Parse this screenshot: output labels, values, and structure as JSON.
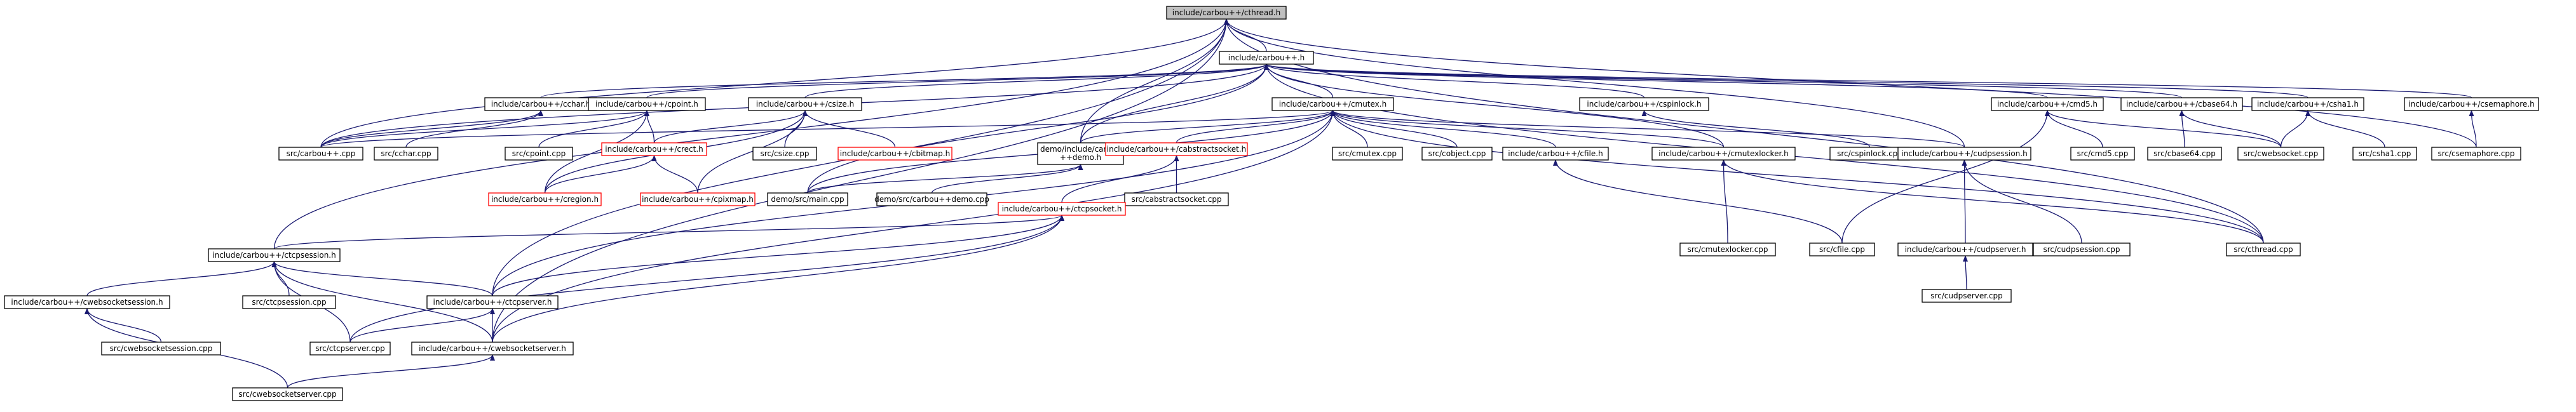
{
  "graph": {
    "nodes": [
      {
        "id": "cthread_h",
        "label": "include/carbou++/cthread.h",
        "root": true
      },
      {
        "id": "carbou_h",
        "label": "include/carbou++.h"
      },
      {
        "id": "cchar_h",
        "label": "include/carbou++/cchar.h"
      },
      {
        "id": "cpoint_h",
        "label": "include/carbou++/cpoint.h"
      },
      {
        "id": "csize_h",
        "label": "include/carbou++/csize.h"
      },
      {
        "id": "cmutex_h",
        "label": "include/carbou++/cmutex.h"
      },
      {
        "id": "cspinlock_h",
        "label": "include/carbou++/cspinlock.h"
      },
      {
        "id": "cmd5_h",
        "label": "include/carbou++/cmd5.h"
      },
      {
        "id": "cbase64_h",
        "label": "include/carbou++/cbase64.h"
      },
      {
        "id": "csha1_h",
        "label": "include/carbou++/csha1.h"
      },
      {
        "id": "csemaphore_h",
        "label": "include/carbou++/csemaphore.h"
      },
      {
        "id": "carbou_cpp",
        "label": "src/carbou++.cpp"
      },
      {
        "id": "cchar_cpp",
        "label": "src/cchar.cpp"
      },
      {
        "id": "cpoint_cpp",
        "label": "src/cpoint.cpp"
      },
      {
        "id": "crect_h",
        "label": "include/carbou++/crect.h",
        "red": true
      },
      {
        "id": "csize_cpp",
        "label": "src/csize.cpp"
      },
      {
        "id": "cbitmap_h",
        "label": "include/carbou++/cbitmap.h",
        "red": true
      },
      {
        "id": "demo_h",
        "label": "demo/include/carbou\n++demo.h"
      },
      {
        "id": "cabstractsocket_h",
        "label": "include/carbou++/cabstractsocket.h",
        "red": true
      },
      {
        "id": "cmutex_cpp",
        "label": "src/cmutex.cpp"
      },
      {
        "id": "cobject_cpp",
        "label": "src/cobject.cpp"
      },
      {
        "id": "cfile_h",
        "label": "include/carbou++/cfile.h"
      },
      {
        "id": "cmutexlocker_h",
        "label": "include/carbou++/cmutexlocker.h"
      },
      {
        "id": "cspinlock_cpp",
        "label": "src/cspinlock.cpp"
      },
      {
        "id": "cudpsession_h",
        "label": "include/carbou++/cudpsession.h"
      },
      {
        "id": "cmd5_cpp",
        "label": "src/cmd5.cpp"
      },
      {
        "id": "cbase64_cpp",
        "label": "src/cbase64.cpp"
      },
      {
        "id": "cwebsocket_cpp",
        "label": "src/cwebsocket.cpp"
      },
      {
        "id": "csha1_cpp",
        "label": "src/csha1.cpp"
      },
      {
        "id": "csemaphore_cpp",
        "label": "src/csemaphore.cpp"
      },
      {
        "id": "cregion_h",
        "label": "include/carbou++/cregion.h",
        "red": true
      },
      {
        "id": "cpixmap_h",
        "label": "include/carbou++/cpixmap.h",
        "red": true
      },
      {
        "id": "demo_main_cpp",
        "label": "demo/src/main.cpp"
      },
      {
        "id": "demo_cpp",
        "label": "demo/src/carbou++demo.cpp"
      },
      {
        "id": "cabstractsocket_cpp",
        "label": "src/cabstractsocket.cpp"
      },
      {
        "id": "ctcpsocket_h",
        "label": "include/carbou++/ctcpsocket.h",
        "red": true
      },
      {
        "id": "cmutexlocker_cpp",
        "label": "src/cmutexlocker.cpp"
      },
      {
        "id": "cfile_cpp",
        "label": "src/cfile.cpp"
      },
      {
        "id": "cudpserver_h",
        "label": "include/carbou++/cudpserver.h"
      },
      {
        "id": "cudpsession_cpp",
        "label": "src/cudpsession.cpp"
      },
      {
        "id": "cthread_cpp",
        "label": "src/cthread.cpp"
      },
      {
        "id": "cudpserver_cpp",
        "label": "src/cudpserver.cpp"
      },
      {
        "id": "ctcpsession_h",
        "label": "include/carbou++/ctcpsession.h"
      },
      {
        "id": "cwebsocketsession_h",
        "label": "include/carbou++/cwebsocketsession.h"
      },
      {
        "id": "ctcpsession_cpp",
        "label": "src/ctcpsession.cpp"
      },
      {
        "id": "ctcpserver_h",
        "label": "include/carbou++/ctcpserver.h"
      },
      {
        "id": "cwebsocketsession_cpp",
        "label": "src/cwebsocketsession.cpp"
      },
      {
        "id": "ctcpserver_cpp",
        "label": "src/ctcpserver.cpp"
      },
      {
        "id": "cwebsocketserver_h",
        "label": "include/carbou++/cwebsocketserver.h"
      },
      {
        "id": "cwebsocketserver_cpp",
        "label": "src/cwebsocketserver.cpp"
      }
    ],
    "edges": [
      [
        "carbou_h",
        "cthread_h"
      ],
      [
        "demo_h",
        "cthread_h"
      ],
      [
        "carbou_cpp",
        "cthread_h"
      ],
      [
        "cudpsession_h",
        "cthread_h"
      ],
      [
        "cthread_cpp",
        "cthread_h"
      ],
      [
        "csemaphore_cpp",
        "cthread_h"
      ],
      [
        "ctcpsession_h",
        "cthread_h"
      ],
      [
        "ctcpserver_h",
        "cthread_h"
      ],
      [
        "cwebsocketserver_h",
        "cthread_h"
      ],
      [
        "cchar_h",
        "carbou_h"
      ],
      [
        "cpoint_h",
        "carbou_h"
      ],
      [
        "csize_h",
        "carbou_h"
      ],
      [
        "cmutex_h",
        "carbou_h"
      ],
      [
        "cspinlock_h",
        "carbou_h"
      ],
      [
        "cmd5_h",
        "carbou_h"
      ],
      [
        "cbase64_h",
        "carbou_h"
      ],
      [
        "csha1_h",
        "carbou_h"
      ],
      [
        "csemaphore_h",
        "carbou_h"
      ],
      [
        "carbou_cpp",
        "carbou_h"
      ],
      [
        "demo_h",
        "carbou_h"
      ],
      [
        "demo_main_cpp",
        "carbou_h"
      ],
      [
        "cmutexlocker_h",
        "carbou_h"
      ],
      [
        "cthread_cpp",
        "carbou_h"
      ],
      [
        "carbou_cpp",
        "cchar_h"
      ],
      [
        "cchar_cpp",
        "cchar_h"
      ],
      [
        "cpoint_cpp",
        "cpoint_h"
      ],
      [
        "crect_h",
        "cpoint_h"
      ],
      [
        "cregion_h",
        "cpoint_h"
      ],
      [
        "carbou_cpp",
        "cpoint_h"
      ],
      [
        "crect_h",
        "csize_h"
      ],
      [
        "csize_cpp",
        "csize_h"
      ],
      [
        "cbitmap_h",
        "csize_h"
      ],
      [
        "cregion_h",
        "csize_h"
      ],
      [
        "cpixmap_h",
        "csize_h"
      ],
      [
        "cregion_h",
        "crect_h"
      ],
      [
        "cpixmap_h",
        "crect_h"
      ],
      [
        "carbou_cpp",
        "cmutex_h"
      ],
      [
        "demo_h",
        "cmutex_h"
      ],
      [
        "cabstractsocket_h",
        "cmutex_h"
      ],
      [
        "cmutex_cpp",
        "cmutex_h"
      ],
      [
        "cobject_cpp",
        "cmutex_h"
      ],
      [
        "cfile_h",
        "cmutex_h"
      ],
      [
        "cmutexlocker_h",
        "cmutex_h"
      ],
      [
        "cudpsession_h",
        "cmutex_h"
      ],
      [
        "cthread_cpp",
        "cmutex_h"
      ],
      [
        "ctcpserver_h",
        "cmutex_h"
      ],
      [
        "cwebsocketserver_h",
        "cmutex_h"
      ],
      [
        "demo_main_cpp",
        "cmutex_h"
      ],
      [
        "cspinlock_cpp",
        "cspinlock_h"
      ],
      [
        "cmd5_cpp",
        "cmd5_h"
      ],
      [
        "cwebsocket_cpp",
        "cmd5_h"
      ],
      [
        "cfile_cpp",
        "cmd5_h"
      ],
      [
        "cbase64_cpp",
        "cbase64_h"
      ],
      [
        "cwebsocket_cpp",
        "cbase64_h"
      ],
      [
        "csha1_cpp",
        "csha1_h"
      ],
      [
        "cwebsocket_cpp",
        "csha1_h"
      ],
      [
        "csemaphore_cpp",
        "csemaphore_h"
      ],
      [
        "demo_main_cpp",
        "demo_h"
      ],
      [
        "demo_cpp",
        "demo_h"
      ],
      [
        "cabstractsocket_cpp",
        "cabstractsocket_h"
      ],
      [
        "ctcpsocket_h",
        "cabstractsocket_h"
      ],
      [
        "ctcpsession_h",
        "ctcpsocket_h"
      ],
      [
        "ctcpserver_h",
        "ctcpsocket_h"
      ],
      [
        "ctcpserver_cpp",
        "ctcpsocket_h"
      ],
      [
        "cwebsocketserver_h",
        "ctcpsocket_h"
      ],
      [
        "cfile_cpp",
        "cfile_h"
      ],
      [
        "cmutexlocker_cpp",
        "cmutexlocker_h"
      ],
      [
        "cthread_cpp",
        "cmutexlocker_h"
      ],
      [
        "cudpsession_cpp",
        "cudpsession_h"
      ],
      [
        "cudpserver_h",
        "cudpsession_h"
      ],
      [
        "cudpserver_cpp",
        "cudpserver_h"
      ],
      [
        "cwebsocketsession_h",
        "ctcpsession_h"
      ],
      [
        "ctcpsession_cpp",
        "ctcpsession_h"
      ],
      [
        "ctcpserver_h",
        "ctcpsession_h"
      ],
      [
        "ctcpserver_cpp",
        "ctcpsession_h"
      ],
      [
        "cwebsocketserver_h",
        "ctcpsession_h"
      ],
      [
        "cwebsocketsession_cpp",
        "cwebsocketsession_h"
      ],
      [
        "cwebsocketserver_cpp",
        "cwebsocketsession_h"
      ],
      [
        "ctcpserver_cpp",
        "ctcpserver_h"
      ],
      [
        "cwebsocketserver_h",
        "ctcpserver_h"
      ],
      [
        "cwebsocketserver_cpp",
        "cwebsocketserver_h"
      ]
    ]
  }
}
